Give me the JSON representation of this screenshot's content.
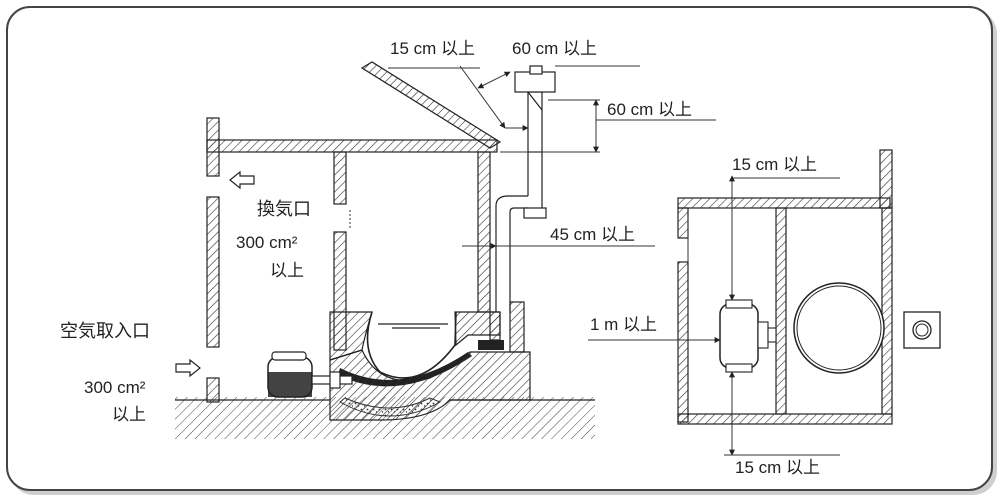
{
  "labels": {
    "top_clearance": "15 cm 以上",
    "chimney_horizontal": "60 cm 以上",
    "chimney_height": "60 cm 以上",
    "exhaust_vent": "換気口",
    "exhaust_area": "300 cm²",
    "exhaust_min": "以上",
    "side_clearance": "45 cm 以上",
    "air_intake": "空気取入口",
    "intake_area": "300 cm²",
    "intake_min": "以上",
    "front_clearance": "1 m 以上",
    "plan_top_clearance": "15 cm 以上",
    "plan_bottom_clearance": "15 cm 以上"
  }
}
